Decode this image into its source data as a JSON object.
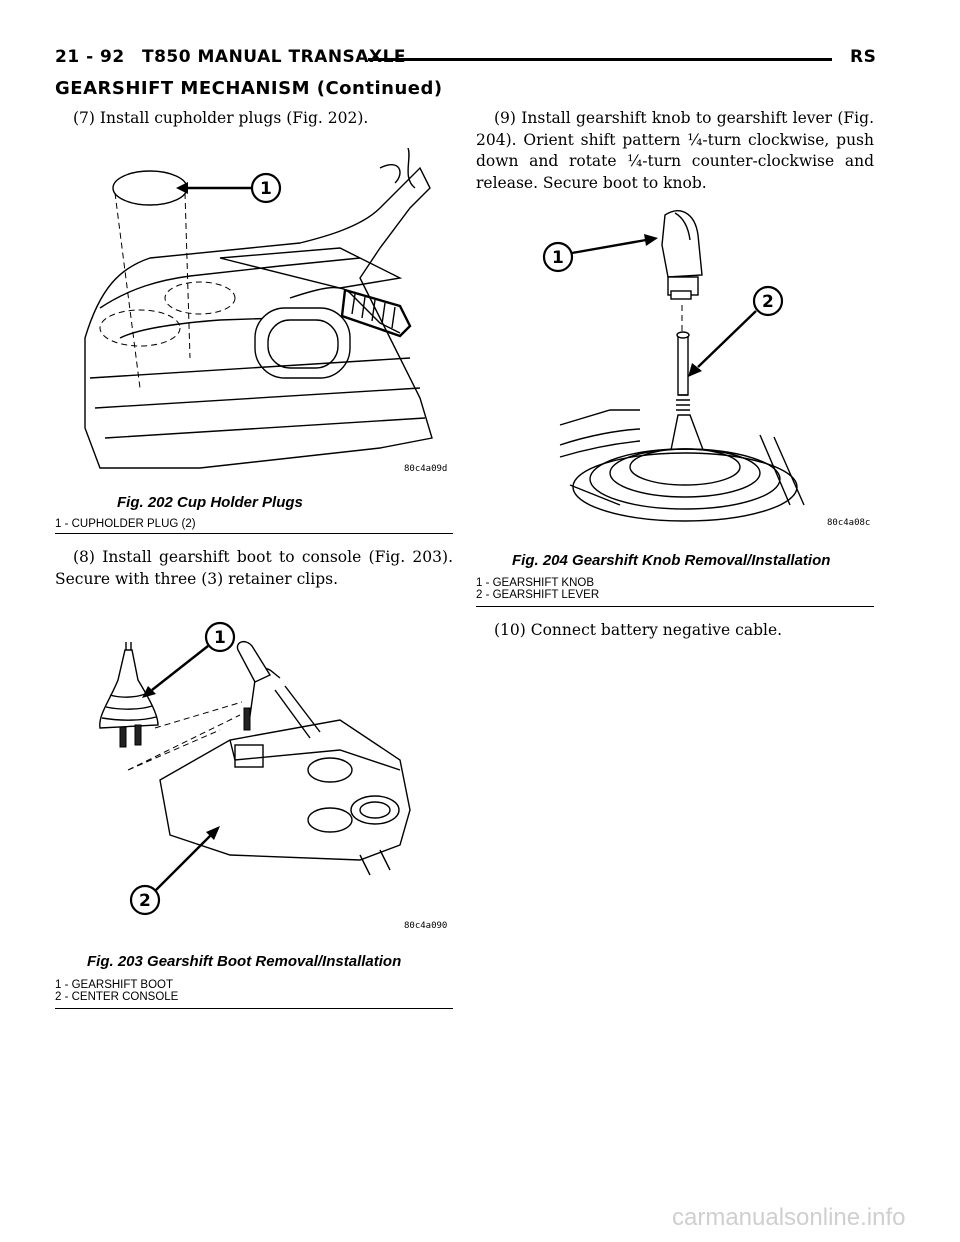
{
  "header": {
    "page_ref": "21 - 92",
    "section": "T850 MANUAL TRANSAXLE",
    "model": "RS",
    "continued_title": "GEARSHIFT MECHANISM (Continued)"
  },
  "steps": {
    "step7": "(7) Install cupholder plugs (Fig. 202).",
    "step8": "(8) Install gearshift boot to console (Fig. 203). Secure with three (3) retainer clips.",
    "step9": "(9) Install gearshift knob to gearshift lever (Fig. 204). Orient shift pattern ¼-turn clockwise, push down and rotate ¼-turn counter-clockwise and release. Secure boot to knob.",
    "step10": "(10) Connect battery negative cable."
  },
  "figures": [
    {
      "caption": "Fig. 202 Cup Holder Plugs",
      "code": "80c4a09d",
      "legend": [
        "1 - CUPHOLDER PLUG (2)"
      ],
      "callouts": [
        "1"
      ]
    },
    {
      "caption": "Fig. 203 Gearshift Boot Removal/Installation",
      "code": "80c4a090",
      "legend": [
        "1 - GEARSHIFT BOOT",
        "2 - CENTER CONSOLE"
      ],
      "callouts": [
        "1",
        "2"
      ]
    },
    {
      "caption": "Fig. 204 Gearshift Knob Removal/Installation",
      "code": "80c4a08c",
      "legend": [
        "1 - GEARSHIFT KNOB",
        "2 - GEARSHIFT LEVER"
      ],
      "callouts": [
        "1",
        "2"
      ]
    }
  ],
  "watermark": "carmanualsonline.info"
}
